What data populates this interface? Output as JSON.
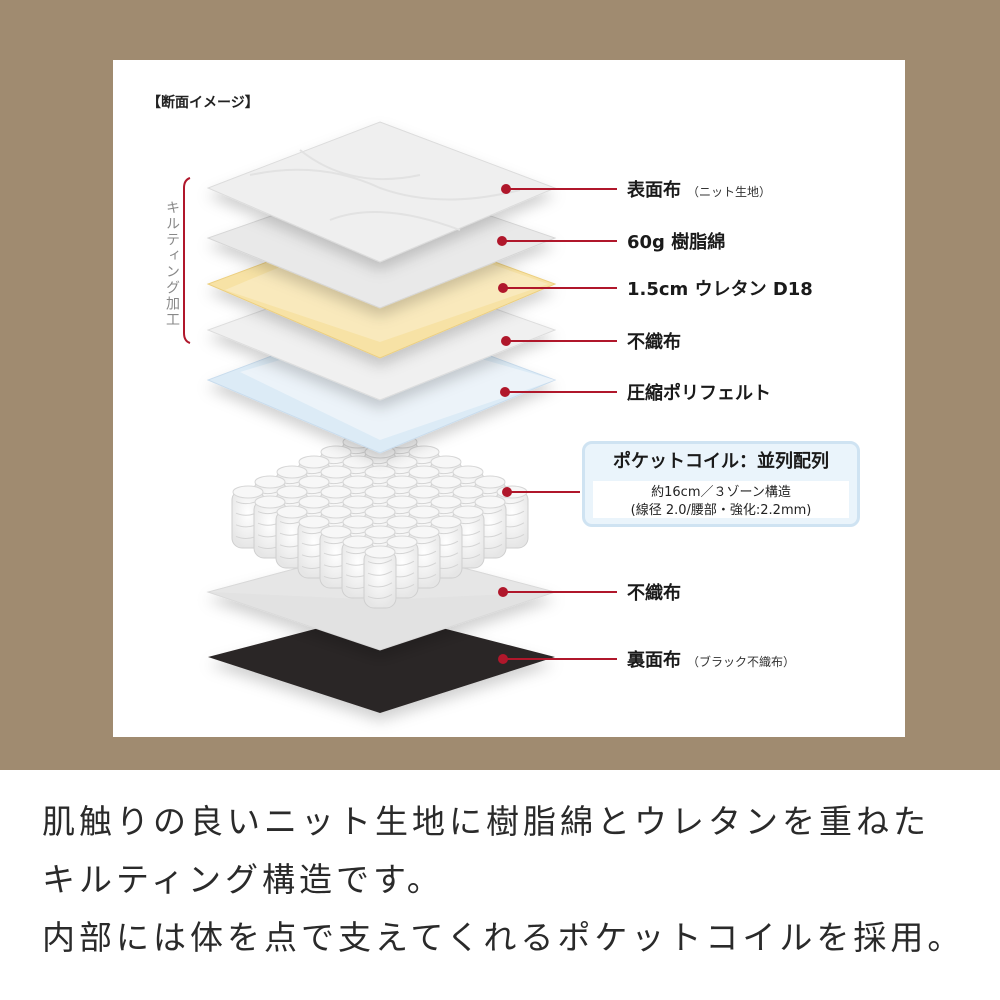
{
  "title": "【断面イメージ】",
  "quilting_label": "キルティング加工",
  "layers": [
    {
      "label": "表面布",
      "note": "（ニット生地）"
    },
    {
      "label": "60g 樹脂綿",
      "note": ""
    },
    {
      "label": "1.5cm ウレタン D18",
      "note": ""
    },
    {
      "label": "不織布",
      "note": ""
    },
    {
      "label": "圧縮ポリフェルト",
      "note": ""
    },
    {
      "label": "不織布",
      "note": ""
    },
    {
      "label": "裏面布",
      "note": "（ブラック不織布）"
    }
  ],
  "coil": {
    "heading": "ポケットコイル：並列配列",
    "line1": "約16cm／３ゾーン構造",
    "line2": "(線径 2.0/腰部・強化:2.2mm)"
  },
  "caption": {
    "line1": "肌触りの良いニット生地に樹脂綿とウレタンを重ねた",
    "line2": "キルティング構造です。",
    "line3": "内部には体を点で支えてくれるポケットコイルを採用。"
  },
  "colors": {
    "outer_bg": "#a08b70",
    "leader_red": "#b0172b",
    "urethane": "#f7e2a5",
    "felt": "#dcebf6",
    "back_fabric": "#2c2626",
    "box_border": "#cfe3f2"
  }
}
